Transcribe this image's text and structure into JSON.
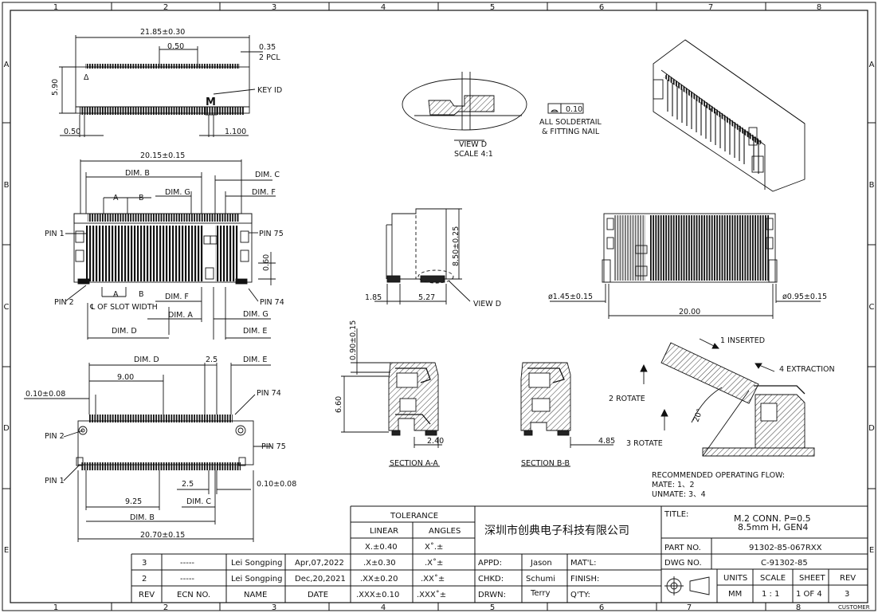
{
  "zones": {
    "columns": [
      "1",
      "2",
      "3",
      "4",
      "5",
      "6",
      "7",
      "8"
    ],
    "rows": [
      "A",
      "B",
      "C",
      "D",
      "E"
    ]
  },
  "views": {
    "top": {
      "overall": "21.85±0.30",
      "pitch": "0.50",
      "pcl": "0.35",
      "pcl_note": "2 PCL",
      "height": "5.90",
      "key_mark": "M",
      "key_label": "KEY ID",
      "offset_left": "0.50",
      "offset_right": "1.100",
      "delta": "Δ"
    },
    "plan": {
      "width": "20.15±0.15",
      "dim_b": "DIM. B",
      "dim_c": "DIM. C",
      "dim_g": "DIM. G",
      "dim_f": "DIM. F",
      "a": "A",
      "b": "B",
      "pin1": "PIN 1",
      "pin75": "PIN 75",
      "pin2": "PIN 2",
      "pin74": "PIN 74",
      "v060": "0.60",
      "slot": "℄ OF SLOT WIDTH",
      "dim_a": "DIM. A",
      "dim_d": "DIM. D",
      "dim_e": "DIM. E",
      "dim_g2": "DIM. G",
      "dim_f2": "DIM. F"
    },
    "footprint": {
      "dim_d": "DIM. D",
      "v25": "2.5",
      "dim_e": "DIM. E",
      "v900": "9.00",
      "v010": "0.10±0.08",
      "pin74": "PIN 74",
      "pin2": "PIN 2",
      "pin75": "PIN 75",
      "pin1": "PIN 1",
      "v25b": "2.5",
      "v010b": "0.10±0.08",
      "v925": "9.25",
      "dim_c": "DIM. C",
      "dim_b": "DIM. B",
      "width": "20.70±0.15"
    },
    "view_d": {
      "title": "VIEW D",
      "scale": "SCALE 4:1",
      "flatness": "0.10",
      "note1": "ALL SOLDERTAIL",
      "note2": "& FITTING NAIL"
    },
    "side": {
      "height": "8.50±0.25",
      "v185": "1.85",
      "v527": "5.27",
      "view_d": "VIEW D"
    },
    "front": {
      "hole1": "ø1.45±0.15",
      "hole2": "ø0.95±0.15",
      "width": "20.00"
    },
    "section_aa": {
      "top": "0.90±0.15",
      "height": "6.60",
      "bottom": "2.40",
      "title": "SECTION A-A"
    },
    "section_bb": {
      "bottom": "4.85",
      "title": "SECTION B-B"
    },
    "flow": {
      "inserted": "1  INSERTED",
      "rotate2": "2  ROTATE",
      "rotate3": "3  ROTATE",
      "extraction": "4  EXTRACTION",
      "angle": "20°",
      "rec": "RECOMMENDED OPERATING FLOW:",
      "mate": "MATE: 1、2",
      "unmate": "UNMATE: 3、4"
    }
  },
  "title_block": {
    "tolerance": "TOLERANCE",
    "linear": "LINEAR",
    "angles": "ANGLES",
    "tol_rows": [
      {
        "lin": "X.±0.40",
        "ang": "X˚.±"
      },
      {
        "lin": ".X±0.30",
        "ang": ".X˚±"
      },
      {
        "lin": ".XX±0.20",
        "ang": ".XX˚±"
      },
      {
        "lin": ".XXX±0.10",
        "ang": ".XXX˚±"
      }
    ],
    "company": "深圳市创典电子科技有限公司",
    "appd": "APPD:",
    "appd_v": "Jason",
    "matl": "MAT'L:",
    "chkd": "CHKD:",
    "chkd_v": "Schumi",
    "finish": "FINISH:",
    "drwn": "DRWN:",
    "drwn_v": "Terry",
    "qty": "Q'TY:",
    "title_label": "TITLE:",
    "title1": "M.2  CONN.  P=0.5",
    "title2": "8.5mm  H,  GEN4",
    "part_label": "PART NO.",
    "part": "91302-85-067RXX",
    "dwg_label": "DWG NO.",
    "dwg": "C-91302-85",
    "units_h": "UNITS",
    "scale_h": "SCALE",
    "sheet_h": "SHEET",
    "rev_h": "REV",
    "units": "MM",
    "scale": "1 : 1",
    "sheet": "1 OF 4",
    "rev": "3",
    "customer": "CUSTOMER",
    "revisions": [
      {
        "rev": "3",
        "ecn": "-----",
        "name": "Lei Songping",
        "date": "Apr,07,2022"
      },
      {
        "rev": "2",
        "ecn": "-----",
        "name": "Lei Songping",
        "date": "Dec,20,2021"
      }
    ],
    "rev_head": {
      "rev": "REV",
      "ecn": "ECN NO.",
      "name": "NAME",
      "date": "DATE"
    }
  }
}
